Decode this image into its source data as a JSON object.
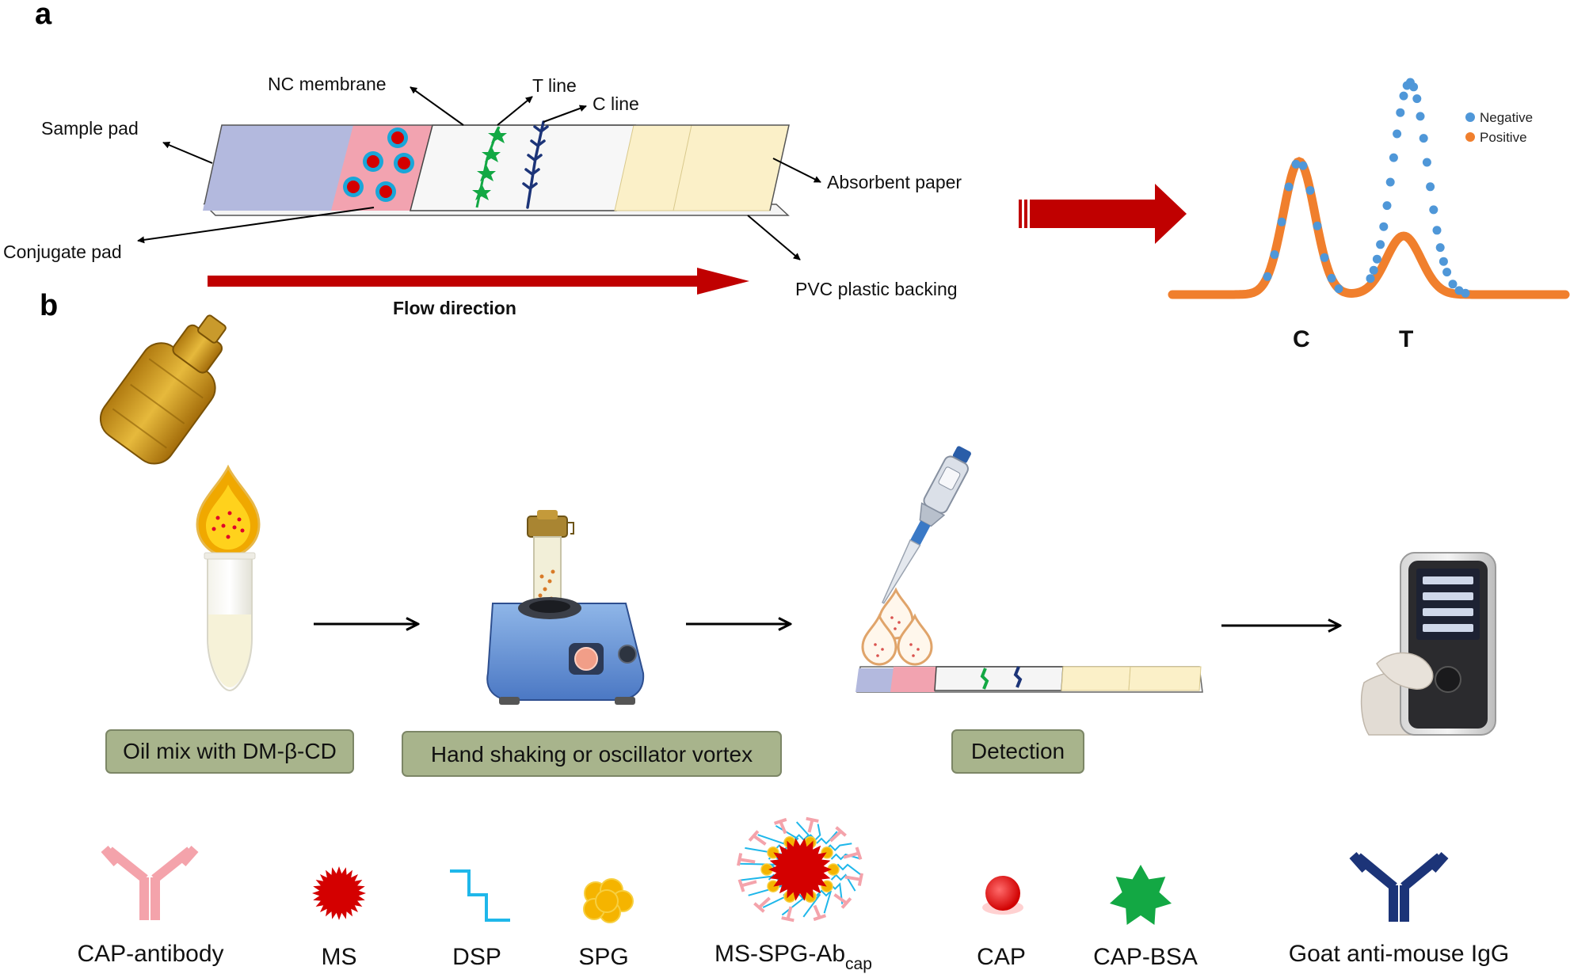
{
  "panels": {
    "a": "a",
    "b": "b"
  },
  "strip_labels": {
    "sample_pad": "Sample pad",
    "conjugate_pad": "Conjugate pad",
    "nc_membrane": "NC membrane",
    "t_line": "T line",
    "c_line": "C line",
    "absorbent_paper": "Absorbent paper",
    "pvc_backing": "PVC plastic backing",
    "flow_direction": "Flow direction"
  },
  "signal_plot": {
    "legend": {
      "negative": "Negative",
      "positive": "Positive"
    },
    "peak_labels": {
      "c": "C",
      "t": "T"
    },
    "colors": {
      "negative": "#4f97d8",
      "positive": "#f07f2d"
    }
  },
  "steps": {
    "step1": "Oil mix with DM-β-CD",
    "step2": "Hand shaking or oscillator vortex",
    "step3": "Detection"
  },
  "legend_items": {
    "cap_antibody": "CAP-antibody",
    "ms": "MS",
    "dsp": "DSP",
    "spg": "SPG",
    "complex_main": "MS-SPG-Ab",
    "complex_sub": "cap",
    "cap": "CAP",
    "cap_bsa": "CAP-BSA",
    "goat_igg": "Goat anti-mouse IgG"
  },
  "colors": {
    "arrow_red": "#c00000",
    "sample_pad": "#b3b9de",
    "conjugate_pad": "#f2a3b0",
    "absorbent": "#fbf0c8",
    "label_box": "#a8b48c",
    "green": "#13a844",
    "navy": "#1c3478"
  }
}
